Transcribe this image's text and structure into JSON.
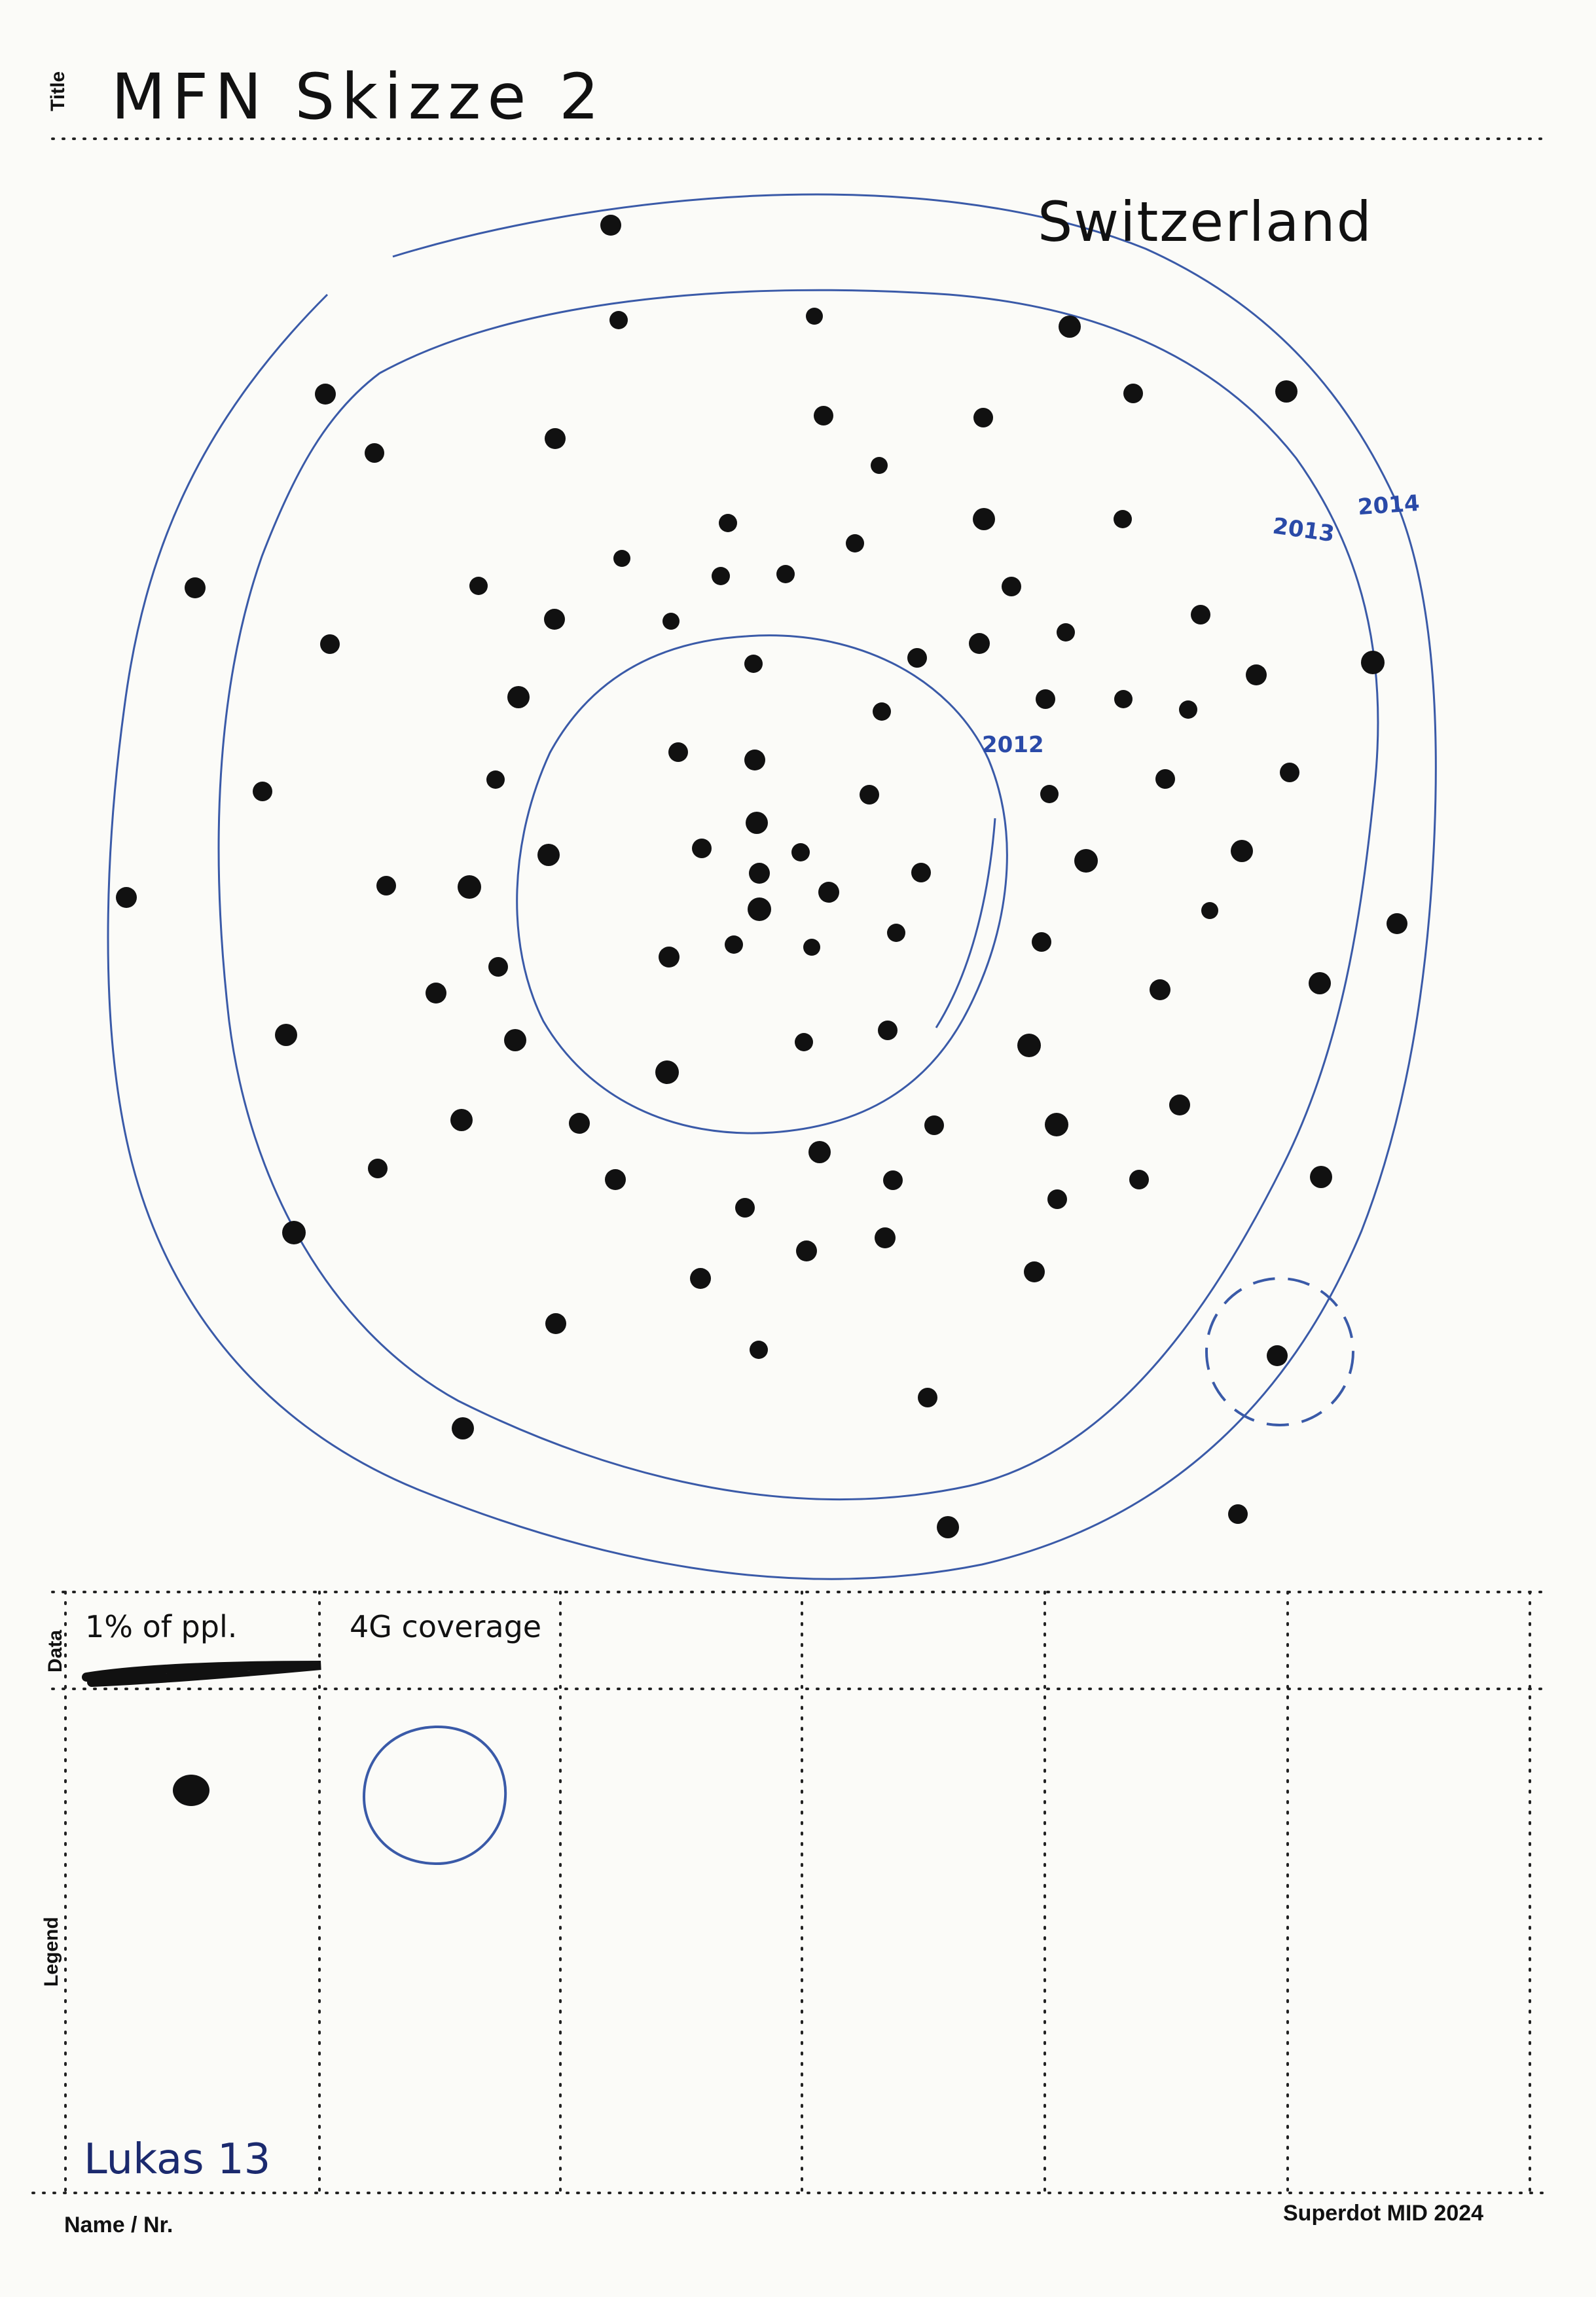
{
  "sheet": {
    "title_label": "Title",
    "data_label": "Data",
    "legend_label": "Legend",
    "name_label": "Name / Nr.",
    "brand": "Superdot MID 2024"
  },
  "drawing": {
    "title": "MFN Skizze 2",
    "country": "Switzerland",
    "year_labels": [
      "2012",
      "2013",
      "2014"
    ],
    "ink_color": "#111111",
    "line_color": "#3a5aa8"
  },
  "data_row": {
    "cells": [
      "1% of ppl.",
      "4G coverage",
      "",
      "",
      "",
      ""
    ]
  },
  "legend_row": {
    "cells": [
      "dot",
      "circle",
      "",
      "",
      "",
      ""
    ]
  },
  "author": {
    "name": "Lukas 13"
  }
}
